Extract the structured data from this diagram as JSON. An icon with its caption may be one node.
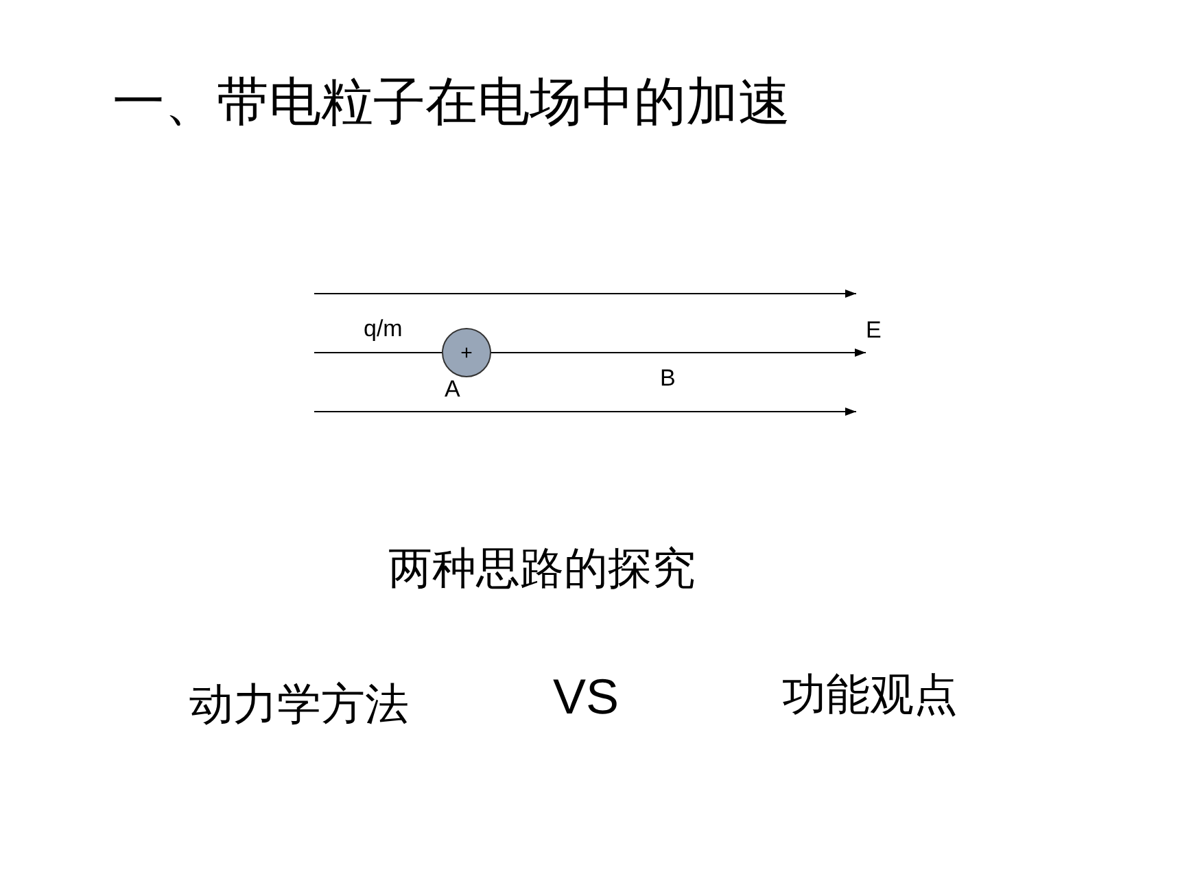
{
  "diagram": {
    "title": "一、带电粒子在电场中的加速",
    "nodes": [
      {
        "text": [
          "+"
        ]
      }
    ],
    "labels": [
      "q/m",
      "E",
      "A",
      "B",
      "两种思路的探究",
      "动力学方法",
      "VS",
      "功能观点"
    ]
  }
}
